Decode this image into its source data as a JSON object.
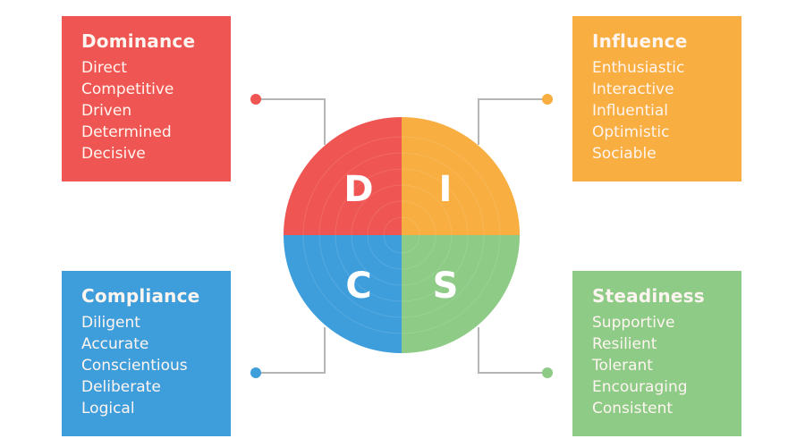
{
  "colors": {
    "dominance": "#EF5552",
    "influence": "#F8AE40",
    "compliance": "#3E9EDB",
    "steadiness": "#8ECB87",
    "connector": "#b5b5b5"
  },
  "wheel": {
    "d": "D",
    "i": "I",
    "c": "C",
    "s": "S"
  },
  "boxes": {
    "dominance": {
      "title": "Dominance",
      "items": [
        "Direct",
        "Competitive",
        "Driven",
        "Determined",
        "Decisive"
      ]
    },
    "influence": {
      "title": "Influence",
      "items": [
        "Enthusiastic",
        "Interactive",
        "Influential",
        "Optimistic",
        "Sociable"
      ]
    },
    "compliance": {
      "title": "Compliance",
      "items": [
        "Diligent",
        "Accurate",
        "Conscientious",
        "Deliberate",
        "Logical"
      ]
    },
    "steadiness": {
      "title": "Steadiness",
      "items": [
        "Supportive",
        "Resilient",
        "Tolerant",
        "Encouraging",
        "Consistent"
      ]
    }
  }
}
